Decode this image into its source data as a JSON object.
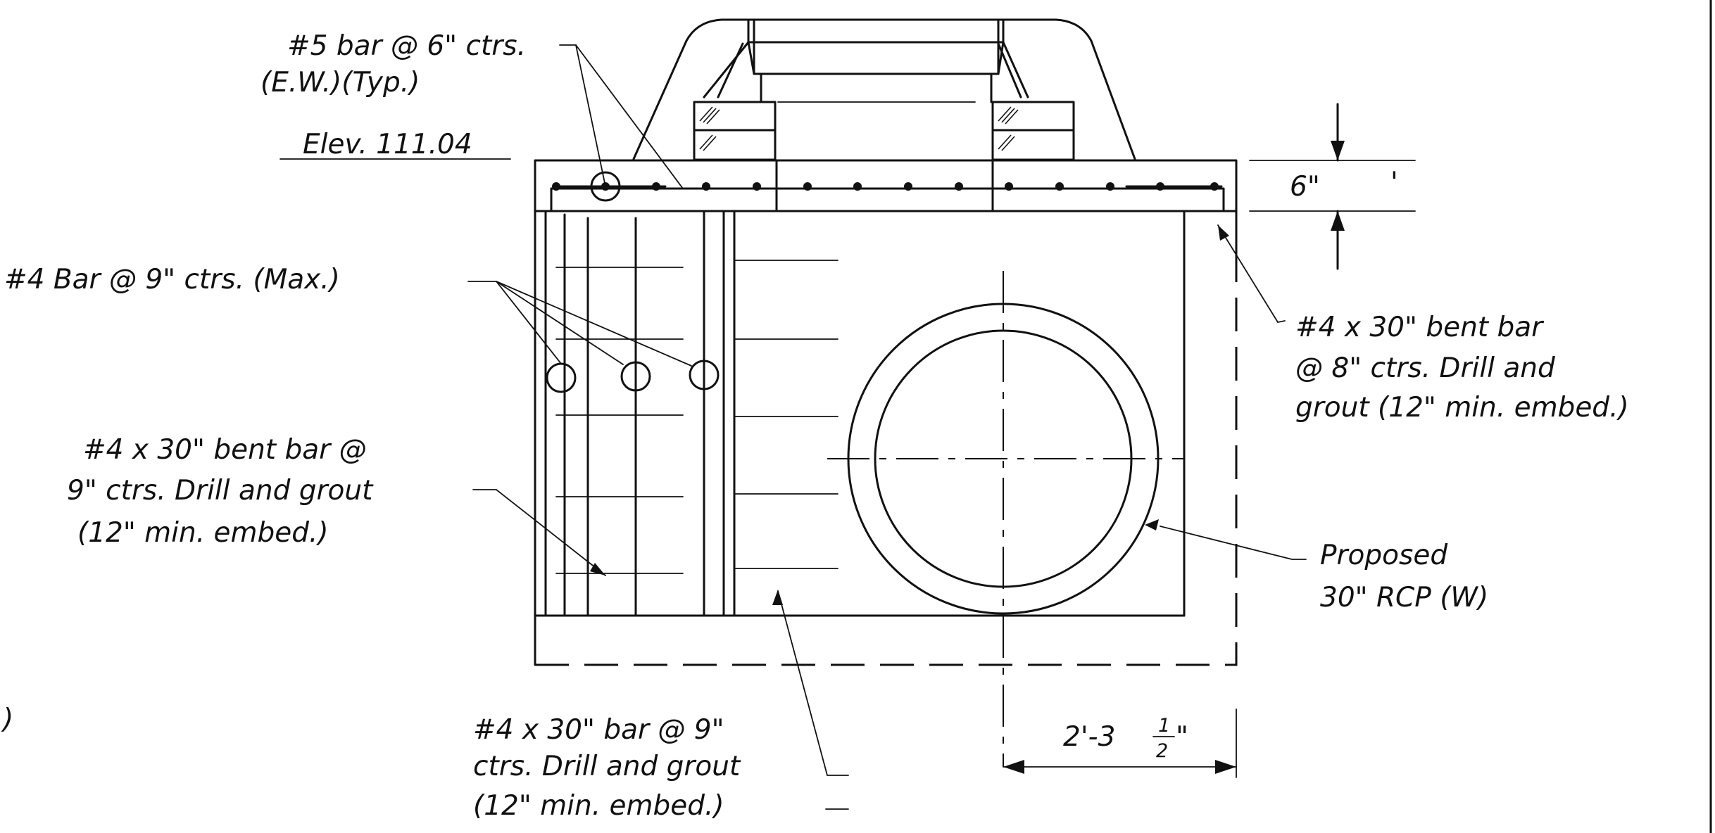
{
  "notes": {
    "bar5_line1": "#5 bar @ 6\" ctrs.",
    "bar5_line2": "(E.W.)(Typ.)",
    "elevation": "Elev. 111.04",
    "bar4_max": "#4 Bar @ 9\" ctrs. (Max.)",
    "bent_left_line1": "#4 x 30\" bent bar @",
    "bent_left_line2": "9\" ctrs. Drill and grout",
    "bent_left_line3": "(12\" min. embed.)",
    "bent_right_line1": "#4 x 30\" bent bar",
    "bent_right_line2": "@ 8\" ctrs. Drill and",
    "bent_right_line3": "grout (12\" min. embed.)",
    "pipe_line1": "Proposed",
    "pipe_line2": "30\" RCP (W)",
    "bottom_line1": "#4 x 30\" bar @ 9\"",
    "bottom_line2": "ctrs. Drill and grout",
    "bottom_line3": "(12\" min. embed.)",
    "edge_paren": ")",
    "tick_mark": "'"
  },
  "dimensions": {
    "slab_thickness": "6\"",
    "offset_main": "2'-3",
    "offset_num": "1",
    "offset_den": "2",
    "offset_inch": "\""
  }
}
